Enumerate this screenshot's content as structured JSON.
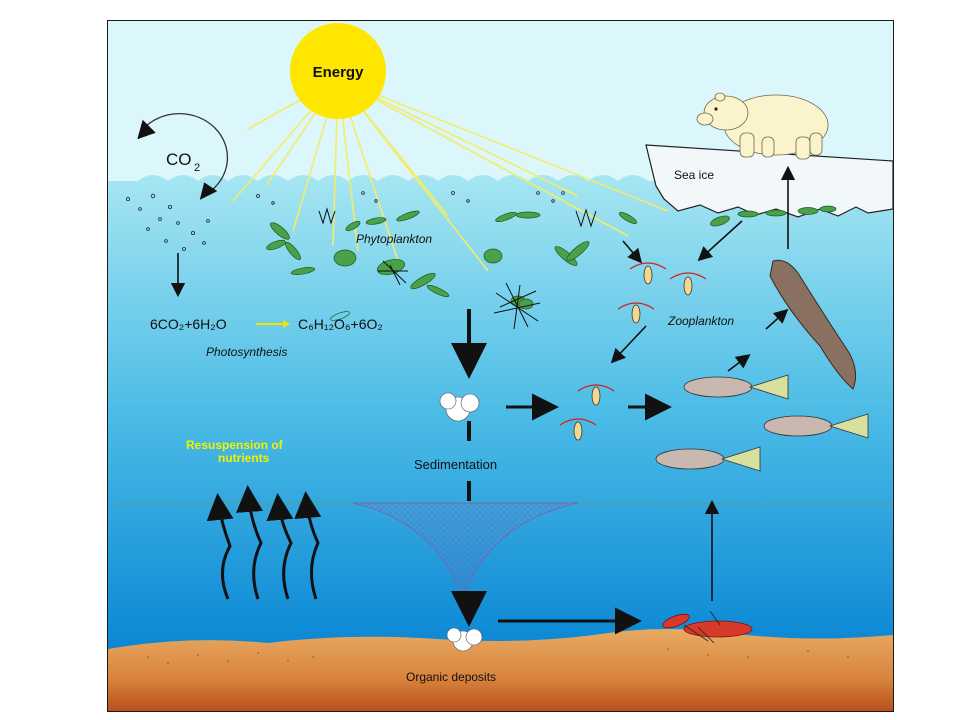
{
  "labels": {
    "energy": "Energy",
    "co2": "CO",
    "co2_sub": "2",
    "sea_ice": "Sea ice",
    "phytoplankton": "Phytoplankton",
    "equation_left": "6CO₂+6H₂O",
    "equation_right": "C₆H₁₂O₆+6O₂",
    "photosynthesis": "Photosynthesis",
    "zooplankton": "Zooplankton",
    "sedimentation": "Sedimentation",
    "resuspension_line1": "Resuspension  of",
    "resuspension_line2": "nutrients",
    "organic_deposits": "Organic deposits"
  },
  "colors": {
    "sky": "#dcf7fb",
    "water_top": "#a6e6f2",
    "water_bottom": "#0a86d4",
    "sun": "#ffe600",
    "sun_rays": "#f2ec6a",
    "seafloor": "#e2a05a",
    "seafloor_deep": "#c2622a",
    "phytoplankton": "#4aa14a",
    "resuspension_text": "#f4f100",
    "ice": "#f2f8fa"
  },
  "icons": [
    "sun-icon",
    "polar-bear-icon",
    "seal-icon",
    "fish-icon",
    "shrimp-icon",
    "zooplankton-icon",
    "phytoplankton-icon"
  ]
}
